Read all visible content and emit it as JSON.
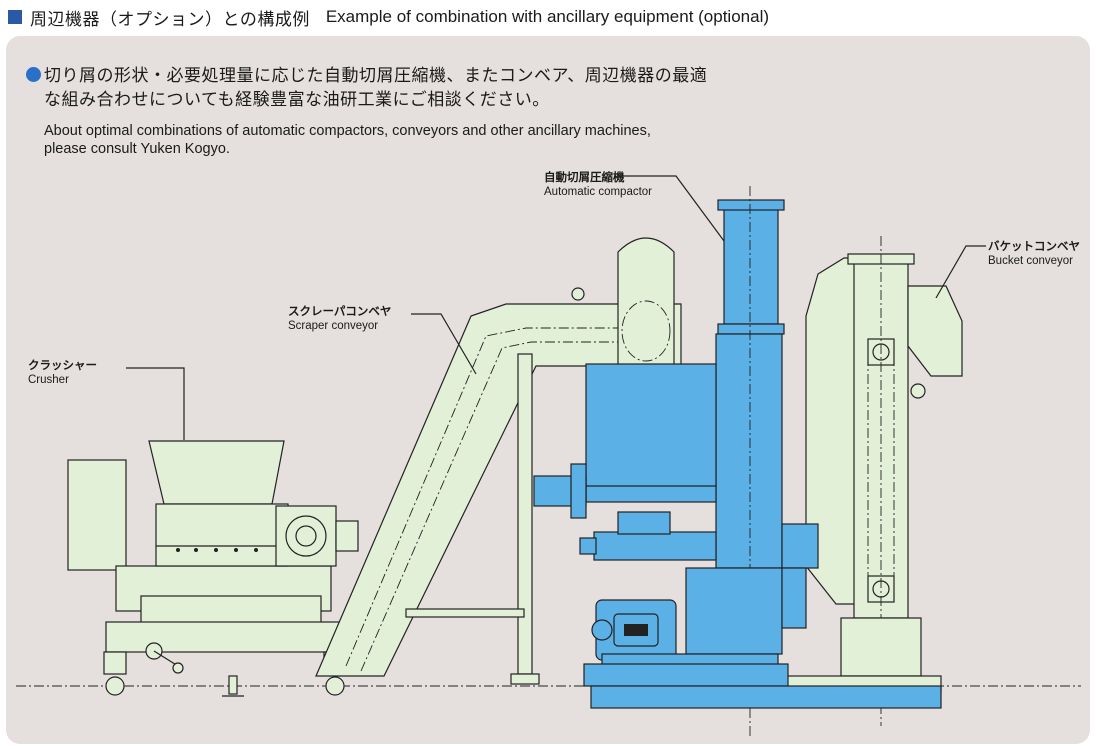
{
  "header": {
    "title_jp": "周辺機器（オプション）との構成例",
    "title_en": "Example of combination with ancillary equipment (optional)"
  },
  "intro": {
    "text_jp_line1": "切り屑の形状・必要処理量に応じた自動切屑圧縮機、またコンベア、周辺機器の最適",
    "text_jp_line2": "な組み合わせについても経験豊富な油研工業にご相談ください。",
    "text_en_line1": "About optimal combinations of automatic compactors, conveyors and other ancillary machines,",
    "text_en_line2": "please consult Yuken Kogyo."
  },
  "labels": {
    "crusher": {
      "jp": "クラッシャー",
      "en": "Crusher"
    },
    "scraper": {
      "jp": "スクレーパコンベヤ",
      "en": "Scraper conveyor"
    },
    "compactor": {
      "jp": "自動切屑圧縮機",
      "en": "Automatic compactor"
    },
    "bucket": {
      "jp": "バケットコンベヤ",
      "en": "Bucket conveyor"
    }
  },
  "colors": {
    "accent": "#2a5aa6",
    "panel_bg": "#e5e0dd",
    "machine_light": "#e3f0d8",
    "machine_blue": "#5bb0e6"
  }
}
